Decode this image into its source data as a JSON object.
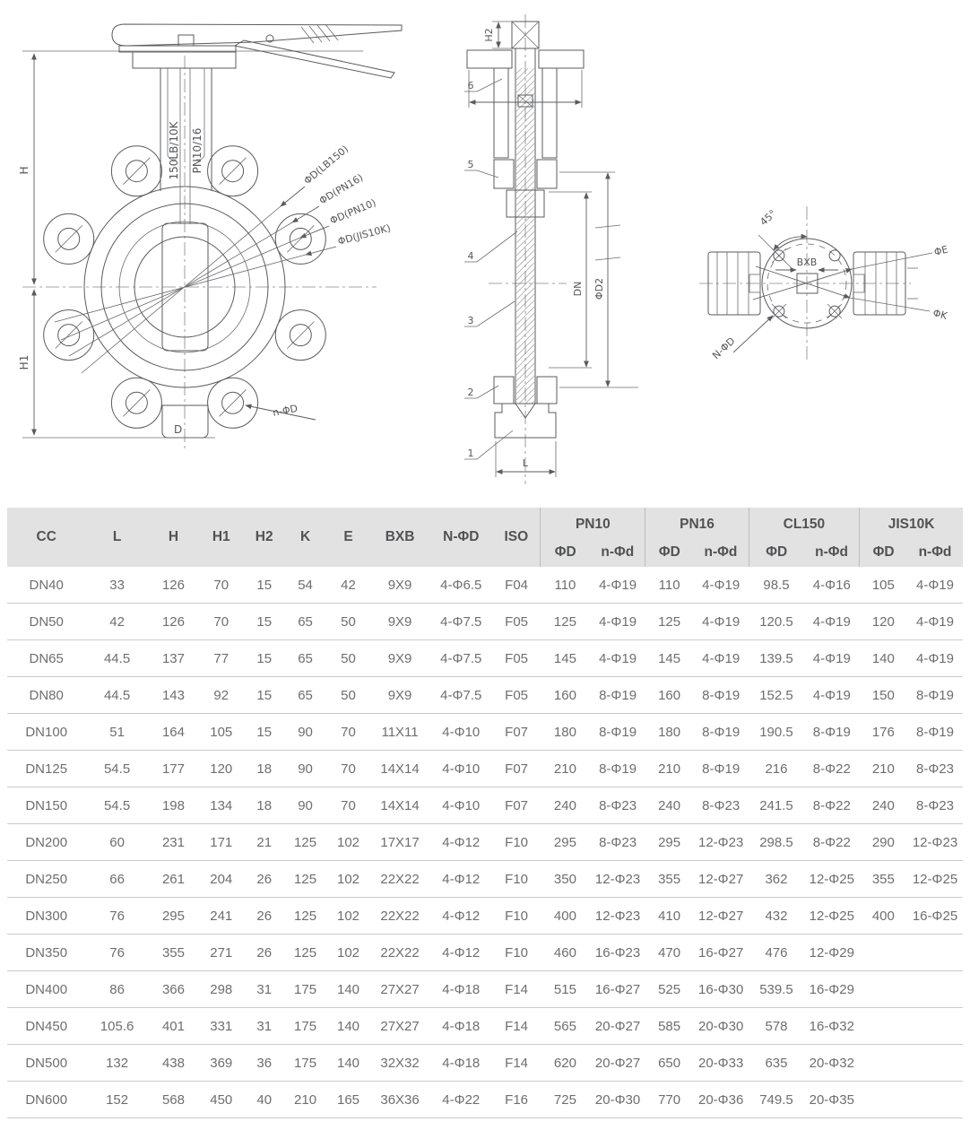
{
  "drawing": {
    "front": {
      "h": "H",
      "h1": "H1",
      "stem1": "150LB/10K",
      "stem2": "PN10/16",
      "bc1": "ΦD(LB150)",
      "bc2": "ΦD(PN16)",
      "bc3": "ΦD(PN10)",
      "bc4": "ΦD(JIS10K)",
      "nphid": "n-ΦD",
      "d": "D"
    },
    "section": {
      "h2": "H2",
      "p1": "1",
      "p2": "2",
      "p3": "3",
      "p4": "4",
      "p5": "5",
      "p6": "6",
      "dn": "DN",
      "d2": "ΦD2",
      "l": "L"
    },
    "top": {
      "angle": "45°",
      "bxb": "BXB",
      "pe": "ΦE",
      "pk": "ΦK",
      "nphid": "N-ΦD"
    }
  },
  "table": {
    "single_columns": [
      "CC",
      "L",
      "H",
      "H1",
      "H2",
      "K",
      "E",
      "BXB",
      "N-ΦD",
      "ISO"
    ],
    "groups": [
      {
        "label": "PN10",
        "sub": [
          "ΦD",
          "n-Φd"
        ]
      },
      {
        "label": "PN16",
        "sub": [
          "ΦD",
          "n-Φd"
        ]
      },
      {
        "label": "CL150",
        "sub": [
          "ΦD",
          "n-Φd"
        ]
      },
      {
        "label": "JIS10K",
        "sub": [
          "ΦD",
          "n-Φd"
        ]
      }
    ],
    "rows": [
      [
        "DN40",
        "33",
        "126",
        "70",
        "15",
        "54",
        "42",
        "9X9",
        "4-Φ6.5",
        "F04",
        "110",
        "4-Φ19",
        "110",
        "4-Φ19",
        "98.5",
        "4-Φ16",
        "105",
        "4-Φ19"
      ],
      [
        "DN50",
        "42",
        "126",
        "70",
        "15",
        "65",
        "50",
        "9X9",
        "4-Φ7.5",
        "F05",
        "125",
        "4-Φ19",
        "125",
        "4-Φ19",
        "120.5",
        "4-Φ19",
        "120",
        "4-Φ19"
      ],
      [
        "DN65",
        "44.5",
        "137",
        "77",
        "15",
        "65",
        "50",
        "9X9",
        "4-Φ7.5",
        "F05",
        "145",
        "4-Φ19",
        "145",
        "4-Φ19",
        "139.5",
        "4-Φ19",
        "140",
        "4-Φ19"
      ],
      [
        "DN80",
        "44.5",
        "143",
        "92",
        "15",
        "65",
        "50",
        "9X9",
        "4-Φ7.5",
        "F05",
        "160",
        "8-Φ19",
        "160",
        "8-Φ19",
        "152.5",
        "4-Φ19",
        "150",
        "8-Φ19"
      ],
      [
        "DN100",
        "51",
        "164",
        "105",
        "15",
        "90",
        "70",
        "11X11",
        "4-Φ10",
        "F07",
        "180",
        "8-Φ19",
        "180",
        "8-Φ19",
        "190.5",
        "8-Φ19",
        "176",
        "8-Φ19"
      ],
      [
        "DN125",
        "54.5",
        "177",
        "120",
        "18",
        "90",
        "70",
        "14X14",
        "4-Φ10",
        "F07",
        "210",
        "8-Φ19",
        "210",
        "8-Φ19",
        "216",
        "8-Φ22",
        "210",
        "8-Φ23"
      ],
      [
        "DN150",
        "54.5",
        "198",
        "134",
        "18",
        "90",
        "70",
        "14X14",
        "4-Φ10",
        "F07",
        "240",
        "8-Φ23",
        "240",
        "8-Φ23",
        "241.5",
        "8-Φ22",
        "240",
        "8-Φ23"
      ],
      [
        "DN200",
        "60",
        "231",
        "171",
        "21",
        "125",
        "102",
        "17X17",
        "4-Φ12",
        "F10",
        "295",
        "8-Φ23",
        "295",
        "12-Φ23",
        "298.5",
        "8-Φ22",
        "290",
        "12-Φ23"
      ],
      [
        "DN250",
        "66",
        "261",
        "204",
        "26",
        "125",
        "102",
        "22X22",
        "4-Φ12",
        "F10",
        "350",
        "12-Φ23",
        "355",
        "12-Φ27",
        "362",
        "12-Φ25",
        "355",
        "12-Φ25"
      ],
      [
        "DN300",
        "76",
        "295",
        "241",
        "26",
        "125",
        "102",
        "22X22",
        "4-Φ12",
        "F10",
        "400",
        "12-Φ23",
        "410",
        "12-Φ27",
        "432",
        "12-Φ25",
        "400",
        "16-Φ25"
      ],
      [
        "DN350",
        "76",
        "355",
        "271",
        "26",
        "125",
        "102",
        "22X22",
        "4-Φ12",
        "F10",
        "460",
        "16-Φ23",
        "470",
        "16-Φ27",
        "476",
        "12-Φ29",
        "",
        ""
      ],
      [
        "DN400",
        "86",
        "366",
        "298",
        "31",
        "175",
        "140",
        "27X27",
        "4-Φ18",
        "F14",
        "515",
        "16-Φ27",
        "525",
        "16-Φ30",
        "539.5",
        "16-Φ29",
        "",
        ""
      ],
      [
        "DN450",
        "105.6",
        "401",
        "331",
        "31",
        "175",
        "140",
        "27X27",
        "4-Φ18",
        "F14",
        "565",
        "20-Φ27",
        "585",
        "20-Φ30",
        "578",
        "16-Φ32",
        "",
        ""
      ],
      [
        "DN500",
        "132",
        "438",
        "369",
        "36",
        "175",
        "140",
        "32X32",
        "4-Φ18",
        "F14",
        "620",
        "20-Φ27",
        "650",
        "20-Φ33",
        "635",
        "20-Φ32",
        "",
        ""
      ],
      [
        "DN600",
        "152",
        "568",
        "450",
        "40",
        "210",
        "165",
        "36X36",
        "4-Φ22",
        "F16",
        "725",
        "20-Φ30",
        "770",
        "20-Φ36",
        "749.5",
        "20-Φ35",
        "",
        ""
      ]
    ]
  },
  "colors": {
    "header_bg": "#e2e2e2",
    "header_text": "#515254",
    "body_text": "#6d6e71",
    "row_border": "#cbcbcb",
    "line": "#5a5b5e"
  }
}
